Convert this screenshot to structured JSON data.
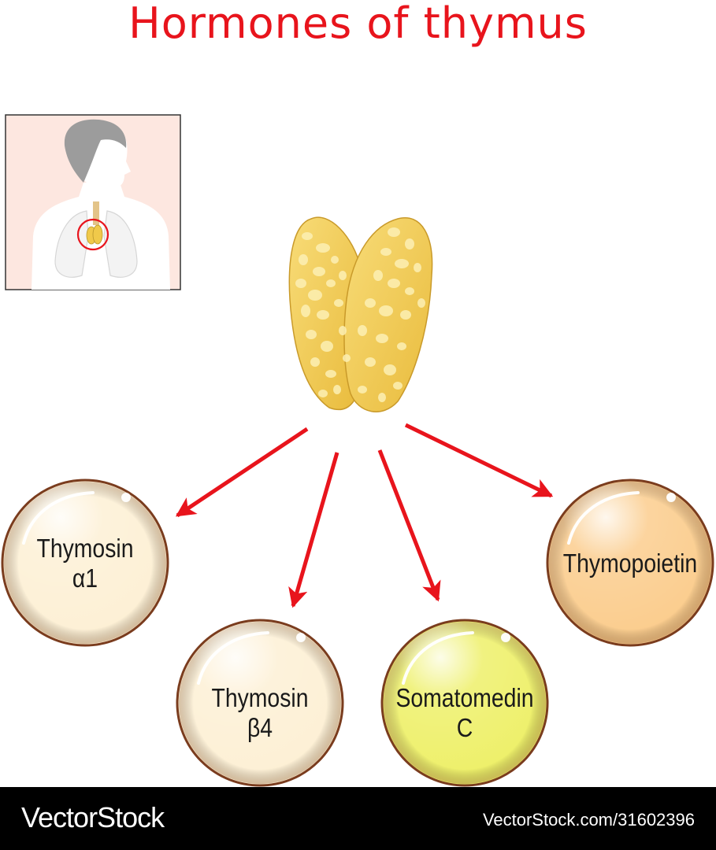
{
  "title": "Hormones of thymus",
  "hormones": [
    {
      "line1": "Thymosin",
      "line2": "α1",
      "color": "#fdf0d5"
    },
    {
      "line1": "Thymosin",
      "line2": "β4",
      "color": "#fdf0d5"
    },
    {
      "line1": "Somatomedin",
      "line2": "C",
      "color": "#eef06a"
    },
    {
      "line1": "Thymopoietin",
      "line2": "",
      "color": "#fbcd8e"
    }
  ],
  "colors": {
    "title": "#e8141c",
    "arrow": "#e8141c",
    "circle_border": "#7a3c1e",
    "thymus_fill": "#f3cf5c",
    "thymus_nodules": "#fdf0b4",
    "inset_background": "#fde7e0",
    "silhouette_hair": "#9c9c9c",
    "footer_background": "#000000"
  },
  "footer": {
    "brand": "VectorStock",
    "url": "VectorStock.com/31602396"
  }
}
